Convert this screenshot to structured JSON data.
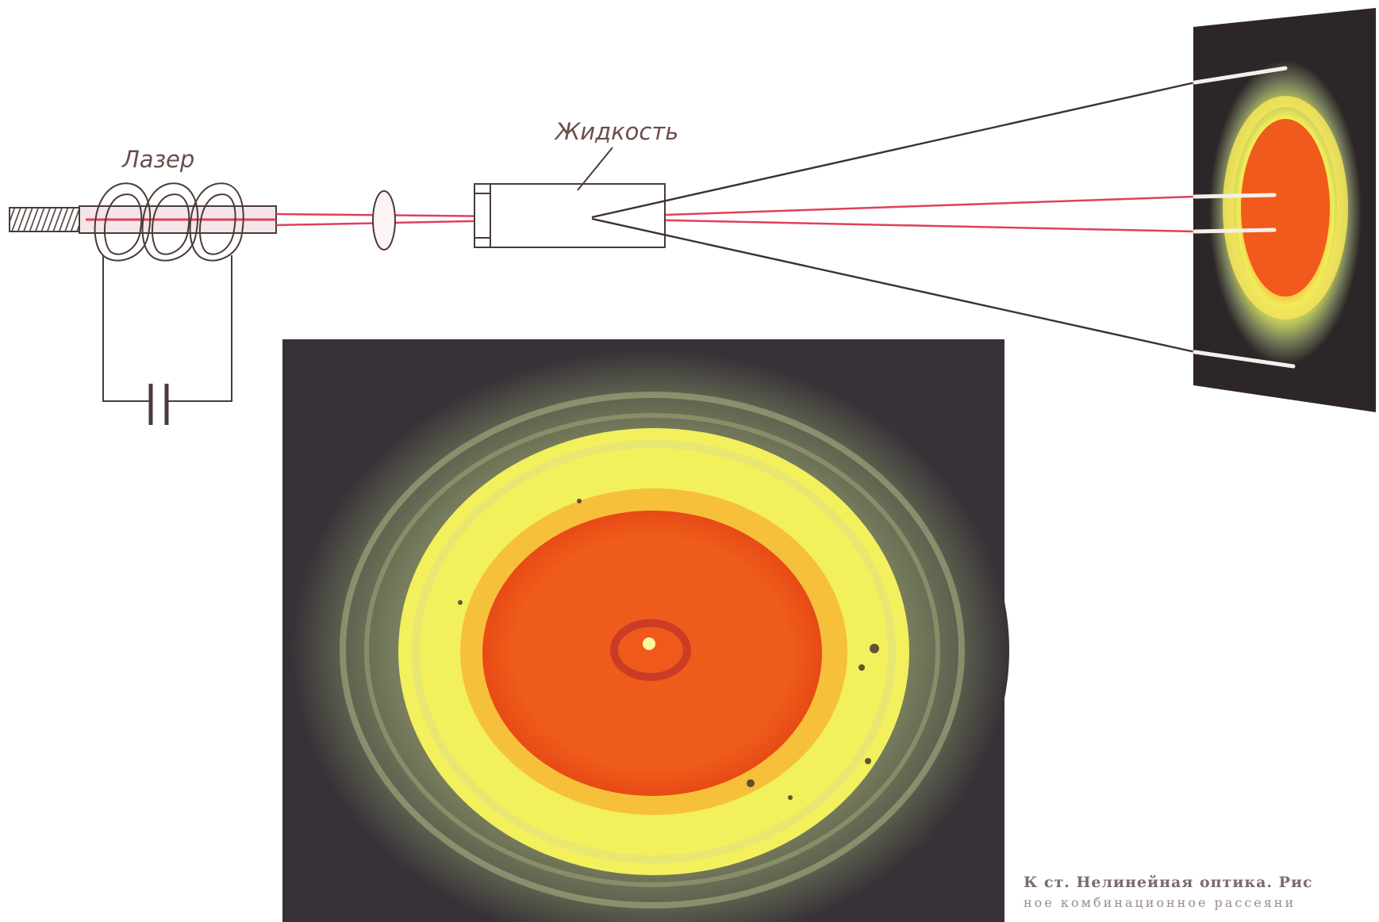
{
  "diagram": {
    "labels": {
      "laser": "Лазер",
      "liquid": "Жидкость"
    },
    "components": {
      "laser_rod": "laser-rod",
      "flash_coil": "helical-flash-lamp",
      "capacitor": "capacitor",
      "lens": "lens",
      "liquid_cell": "liquid-cell",
      "screen": "screen"
    },
    "colors": {
      "beam": "#e0405a",
      "line": "#4a3b38",
      "screen_bg": "#2d2628",
      "photo_bg": "#383238",
      "ring_green": "#8d9468",
      "ring_yellow": "#f1f060",
      "ring_orange": "#f05a1a",
      "caption": "#7a6c6c"
    }
  },
  "caption": {
    "line1": "К ст. Нелинейная оптика. Рис",
    "line2": "ное комбинационное рассеяни"
  }
}
